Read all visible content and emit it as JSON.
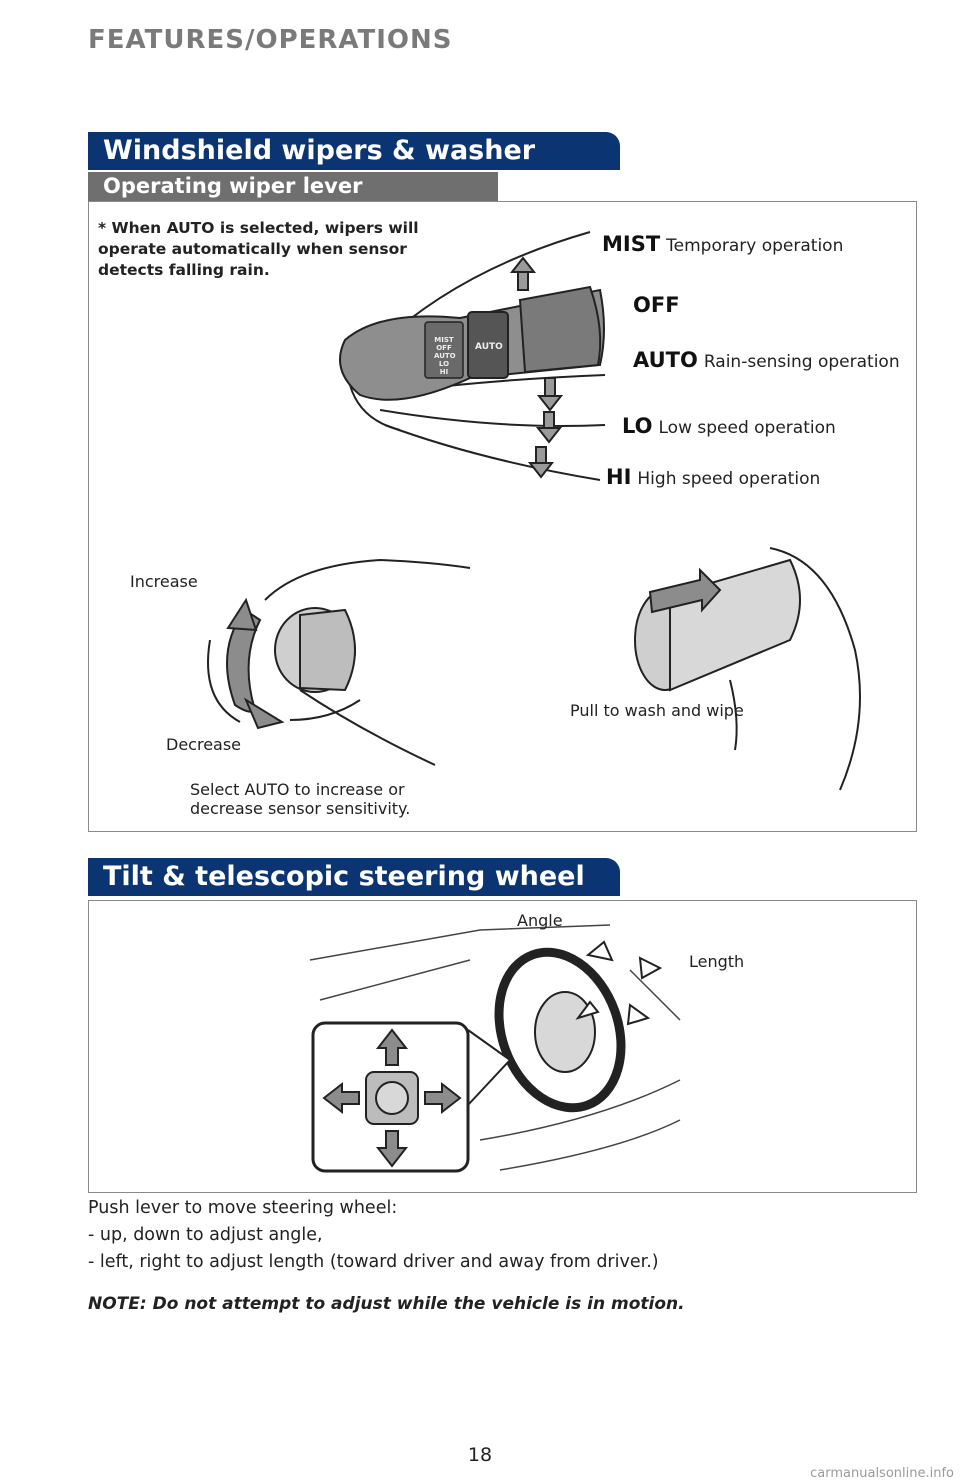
{
  "page": {
    "section_title": "FEATURES/OPERATIONS",
    "page_number": "18",
    "watermark": "carmanualsonline.info"
  },
  "wipers": {
    "title": "Windshield wipers & washer",
    "subtitle": "Operating wiper lever",
    "note": "* When AUTO is selected, wipers will operate automatically when sensor detects falling rain.",
    "modes": [
      {
        "name": "MIST",
        "desc": "Temporary operation"
      },
      {
        "name": "OFF",
        "desc": ""
      },
      {
        "name": "AUTO",
        "desc": "Rain-sensing operation"
      },
      {
        "name": "LO",
        "desc": "Low speed operation"
      },
      {
        "name": "HI",
        "desc": "High speed operation"
      }
    ],
    "lever_marks": [
      "MIST",
      "OFF",
      "AUTO",
      "LO",
      "HI"
    ],
    "ring_label": "AUTO",
    "increase_label": "Increase",
    "decrease_label": "Decrease",
    "sensitivity_caption_line1": "Select AUTO to increase or",
    "sensitivity_caption_line2": "decrease sensor sensitivity.",
    "wash_caption": "Pull to wash and wipe"
  },
  "steering": {
    "title": "Tilt & telescopic steering wheel",
    "angle_label": "Angle",
    "length_label": "Length",
    "instructions": [
      "Push lever to move steering wheel:",
      "- up, down to adjust angle,",
      "- left, right to adjust length (toward driver and away from driver.)"
    ],
    "note": "NOTE: Do not attempt to adjust while the vehicle is in motion."
  },
  "colors": {
    "header_blue": "#0b3572",
    "subheader_gray": "#6f6f6f",
    "arrow_gray": "#8c8c8c"
  }
}
